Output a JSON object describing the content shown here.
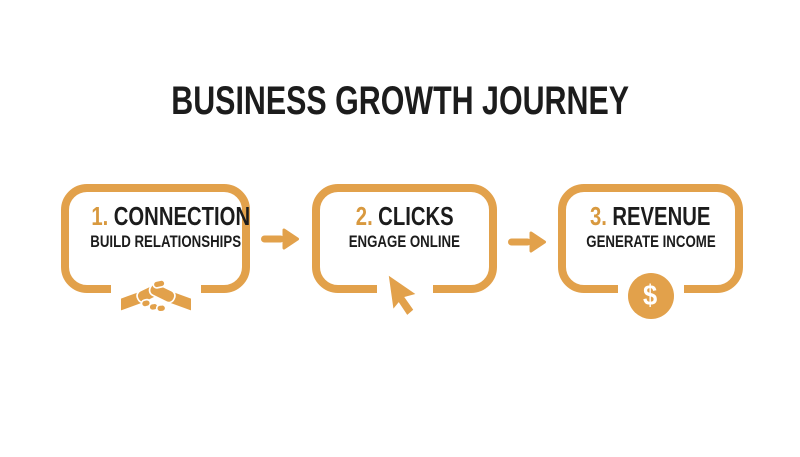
{
  "title": "BUSINESS GROWTH JOURNEY",
  "colors": {
    "accent": "#E2A14B",
    "step_number": "#D8993F",
    "text": "#1C1C1C",
    "background": "#FFFFFF"
  },
  "steps": [
    {
      "number": "1.",
      "label": "CONNECTION",
      "subtitle": "BUILD RELATIONSHIPS",
      "icon": "handshake-icon"
    },
    {
      "number": "2.",
      "label": "CLICKS",
      "subtitle": "ENGAGE ONLINE",
      "icon": "cursor-icon"
    },
    {
      "number": "3.",
      "label": "REVENUE",
      "subtitle": "GENERATE INCOME",
      "icon": "dollar-circle-icon",
      "symbol": "$"
    }
  ],
  "connectors": [
    {
      "icon": "arrow-right-icon"
    },
    {
      "icon": "arrow-right-icon"
    }
  ]
}
